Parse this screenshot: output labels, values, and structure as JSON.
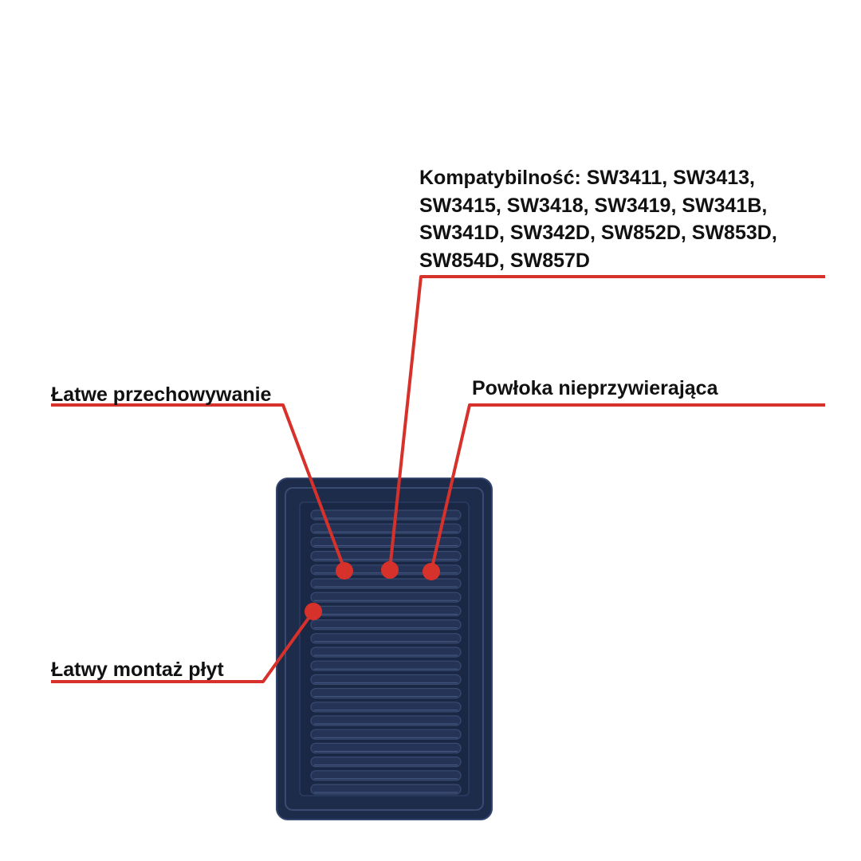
{
  "callouts": {
    "compatibility": {
      "lines": [
        "Kompatybilność: SW3411, SW3413,",
        "SW3415, SW3418, SW3419, SW341B,",
        "SW341D, SW342D, SW852D, SW853D,",
        "SW854D, SW857D"
      ]
    },
    "storage": {
      "label": "Łatwe przechowywanie"
    },
    "coating": {
      "label": "Powłoka nieprzywierająca"
    },
    "mounting": {
      "label": "Łatwy montaż płyt"
    }
  },
  "colors": {
    "callout_line": "#d7312b",
    "plate_body": "#1e2c4c",
    "plate_rib": "#2f4068",
    "plate_edge": "#3a4b72"
  },
  "plate": {
    "rib_count": 21
  }
}
